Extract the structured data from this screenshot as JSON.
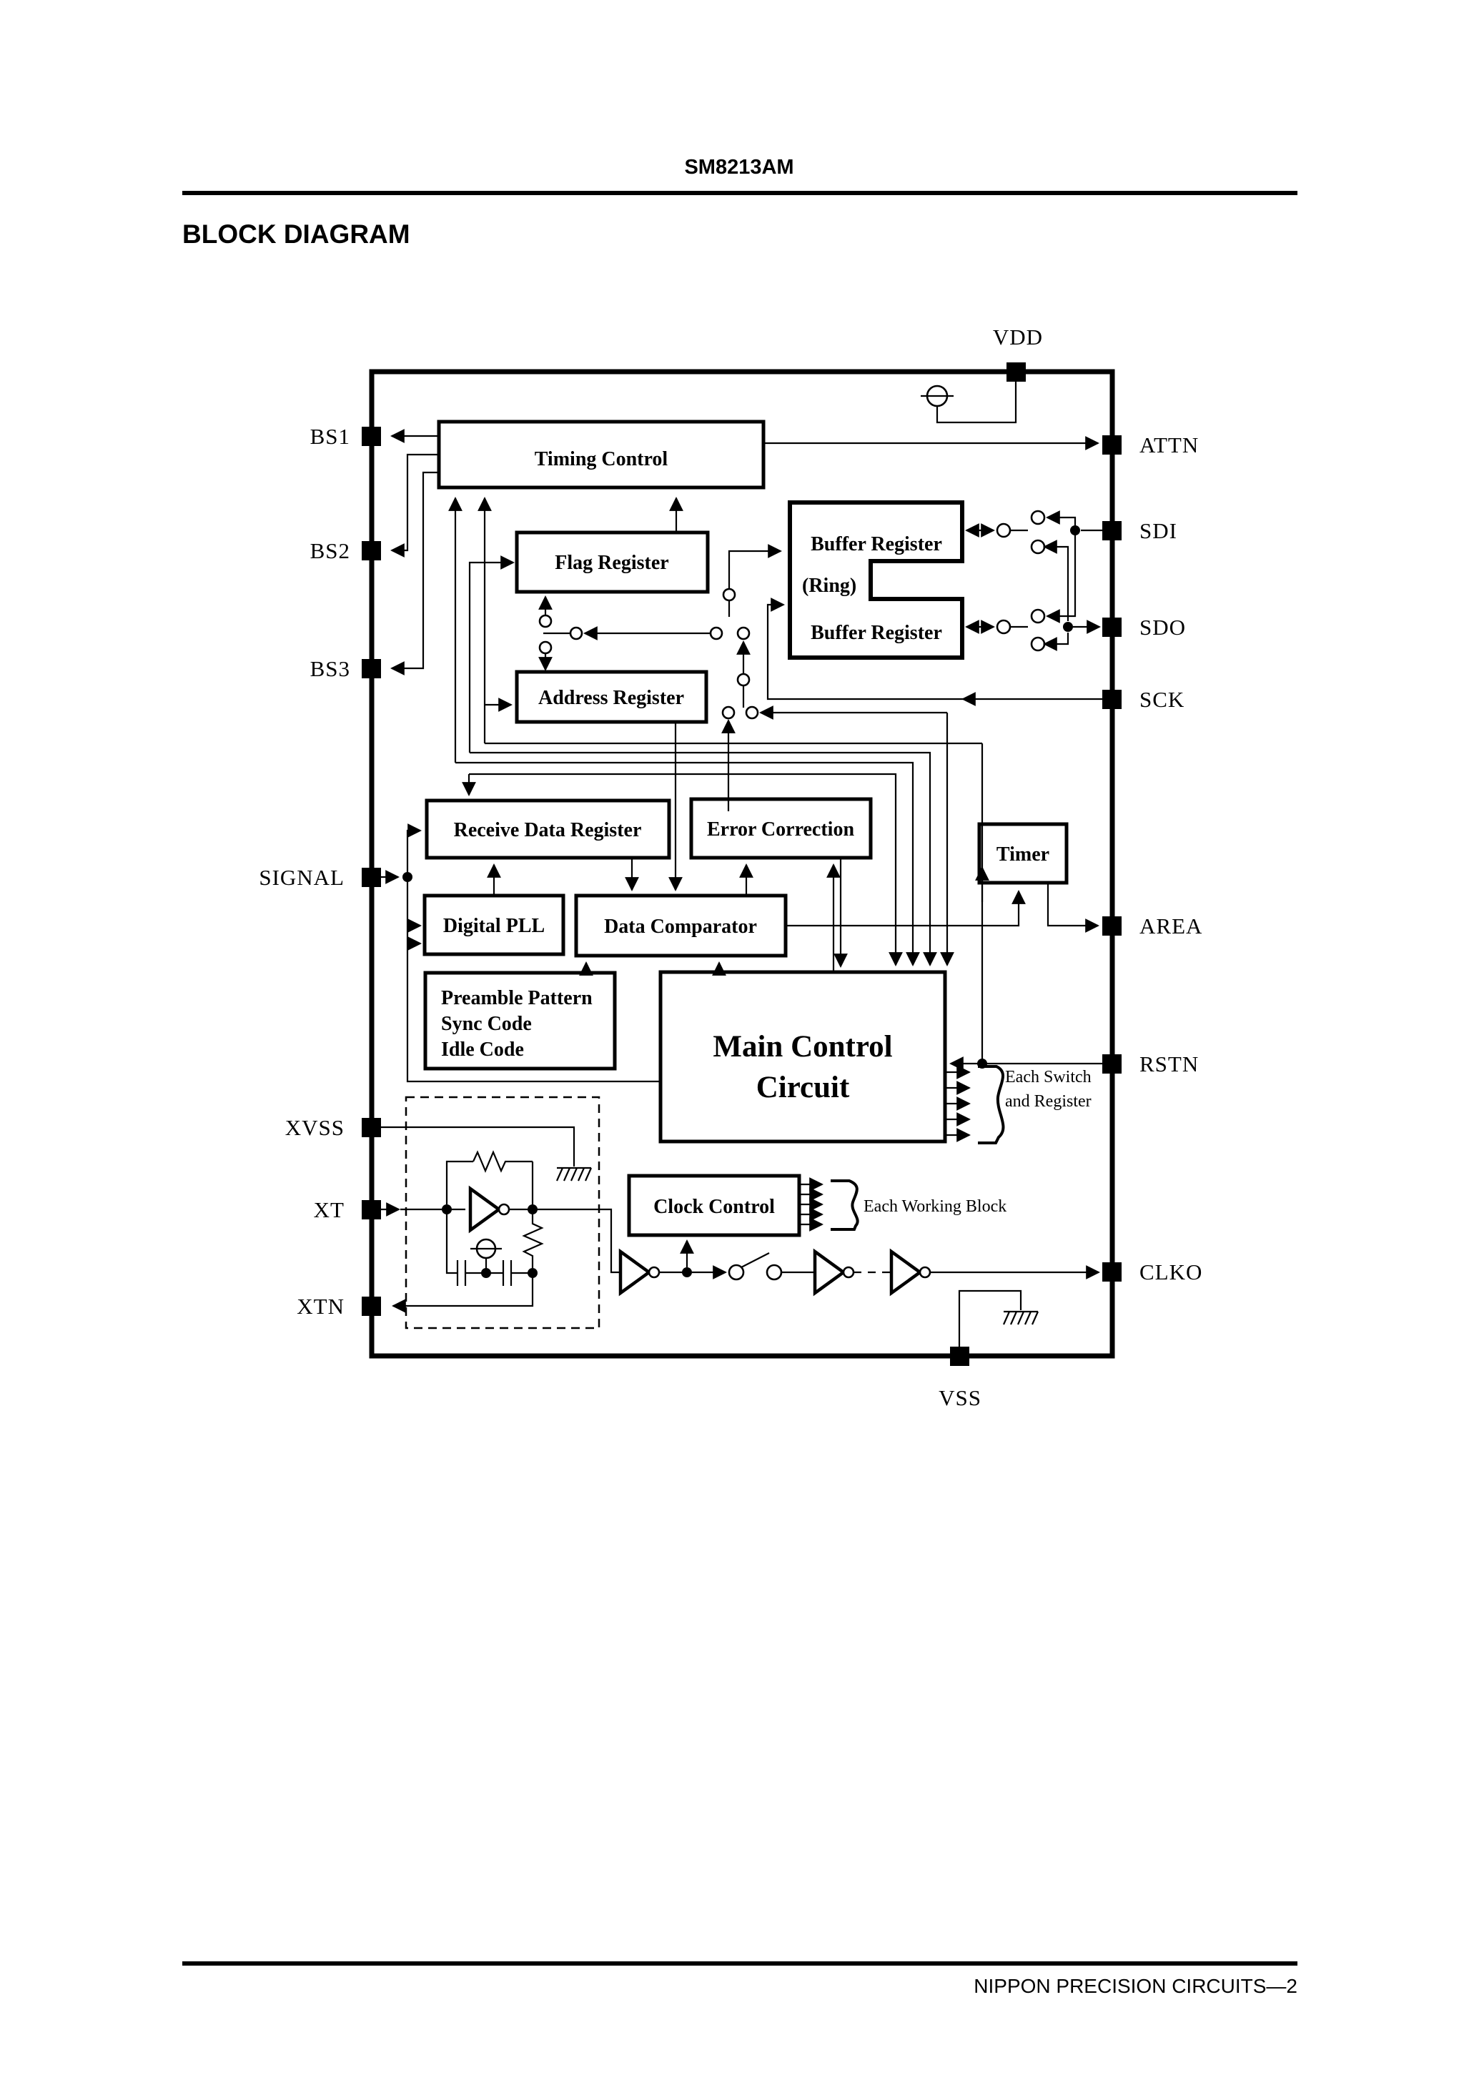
{
  "header": {
    "part_number": "SM8213AM"
  },
  "title": "BLOCK DIAGRAM",
  "footer": {
    "text": "NIPPON PRECISION CIRCUITS—2"
  },
  "pins": {
    "top": [
      "VDD"
    ],
    "bottom": [
      "VSS"
    ],
    "left": [
      "BS1",
      "BS2",
      "BS3",
      "SIGNAL",
      "XVSS",
      "XT",
      "XTN"
    ],
    "right": [
      "ATTN",
      "SDI",
      "SDO",
      "SCK",
      "AREA",
      "RSTN",
      "CLKO"
    ]
  },
  "blocks": {
    "timing_control": "Timing Control",
    "flag_register": "Flag Register",
    "address_register": "Address Register",
    "buffer_register": {
      "line1": "Buffer Register",
      "ring": "(Ring)",
      "line2": "Buffer Register"
    },
    "receive_data_register": "Receive Data Register",
    "error_correction": "Error Correction",
    "timer": "Timer",
    "digital_pll": "Digital PLL",
    "data_comparator": "Data Comparator",
    "code_block": [
      "Preamble Pattern",
      "Sync Code",
      "Idle Code"
    ],
    "main_control": [
      "Main Control",
      "Circuit"
    ],
    "clock_control": "Clock Control"
  },
  "annotations": {
    "each_switch": [
      "Each Switch",
      "and Register"
    ],
    "each_working_block": "Each Working Block"
  },
  "colors": {
    "ink": "#000000",
    "paper": "#ffffff"
  }
}
